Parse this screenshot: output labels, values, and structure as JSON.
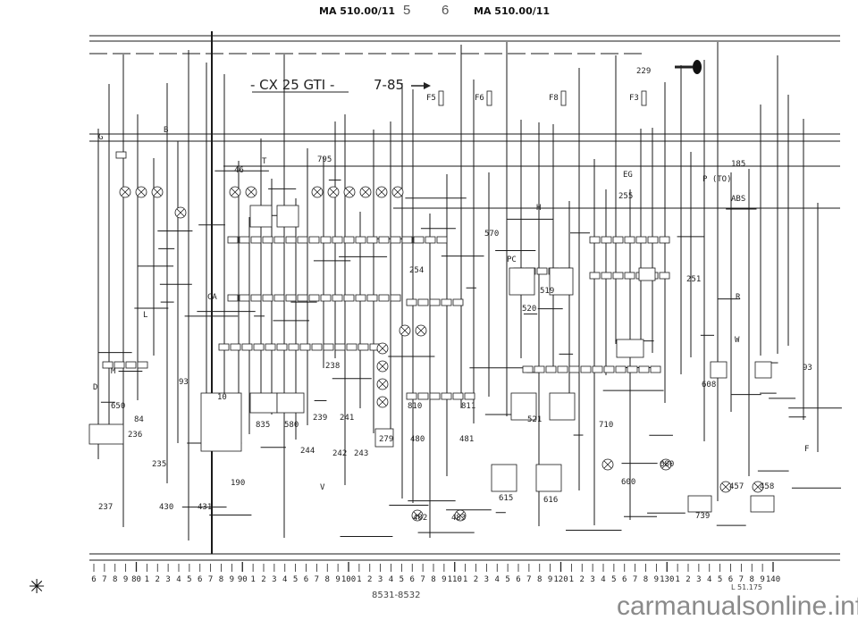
{
  "header": {
    "left_ref": "MA 510.00/11",
    "left_page": "5",
    "right_page": "6",
    "right_ref": "MA 510.00/11"
  },
  "diagram": {
    "model_title": "- CX 25 GTI -",
    "date_from": "7-85",
    "components": [
      "229",
      "46",
      "795",
      "185",
      "255",
      "251",
      "608",
      "93",
      "570",
      "520",
      "519",
      "254",
      "10",
      "835",
      "580",
      "239",
      "241",
      "238",
      "242",
      "243",
      "244",
      "279",
      "235",
      "236",
      "237",
      "650",
      "84",
      "430",
      "431",
      "810",
      "811",
      "480",
      "481",
      "482",
      "483",
      "615",
      "616",
      "521",
      "710",
      "600",
      "680",
      "457",
      "458",
      "739",
      "190",
      "93"
    ],
    "wire_labels": [
      "G",
      "B",
      "T",
      "H",
      "EG",
      "PC",
      "CA",
      "P (TO)",
      "ABS",
      "R",
      "W",
      "F",
      "D",
      "M",
      "L",
      "V"
    ],
    "fuse_labels": [
      "F5",
      "F8",
      "F6",
      "F3"
    ],
    "scale_start": 76,
    "scale_end": 140,
    "scale_major": [
      "80",
      "90",
      "100",
      "110",
      "120",
      "130",
      "140"
    ]
  },
  "footer": {
    "drawing_no": "8531-8532",
    "sheet_ref": "L 51.175",
    "watermark": "carmanualsonline.info",
    "marker": "✳"
  },
  "colors": {
    "ink": "#1a1a1a",
    "paper": "#ffffff",
    "watermark": "#8a8a8a"
  }
}
